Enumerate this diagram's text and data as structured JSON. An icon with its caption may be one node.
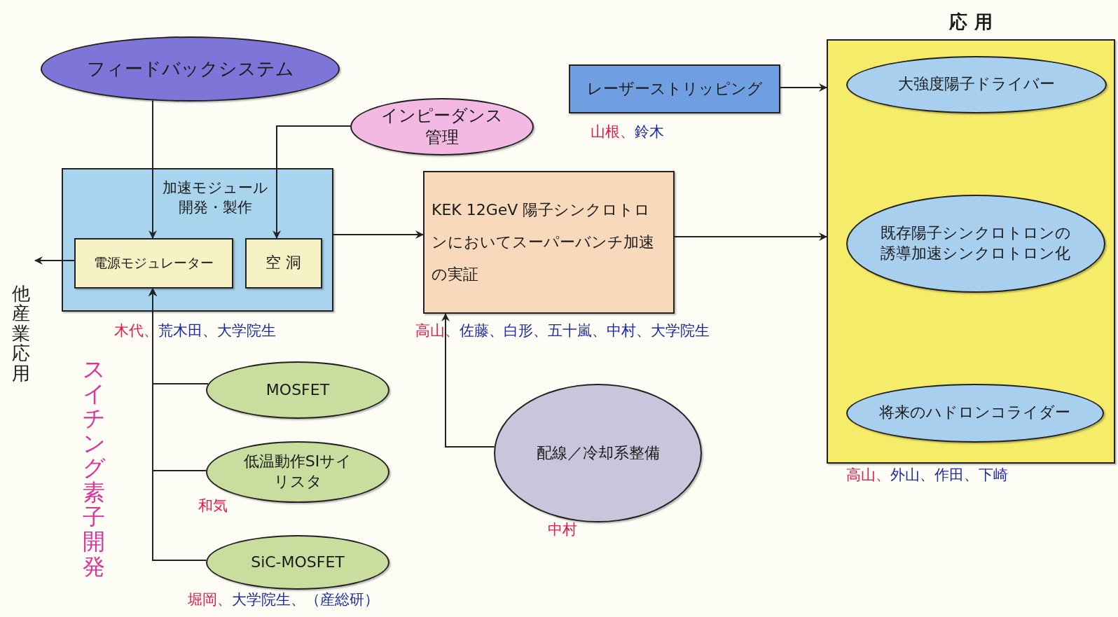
{
  "diagram": {
    "nodes": [
      {
        "text": [
          "フィードバックシステム"
        ]
      },
      {
        "text": [
          "インピーダンス管理"
        ]
      },
      {
        "text": [
          "加速モジュール開発・製作"
        ],
        "beside": [
          "木代、",
          "荒木田、大学院生"
        ]
      },
      {
        "text": [
          "電源モジュレーター"
        ],
        "in": 2
      },
      {
        "text": [
          "空 洞"
        ],
        "in": 2
      },
      {
        "text": [
          "レーザーストリッピング"
        ],
        "beside": [
          "山根、",
          "鈴木"
        ]
      },
      {
        "text": [
          "KEK 12GeV 陽子シンクロトロンにおいてスーパーバンチ加速の実証"
        ],
        "beside": [
          "高山、",
          "佐藤、白形、五十嵐、中村、大学院生"
        ]
      },
      {
        "text": [
          "応 用"
        ],
        "beside": [
          "高山、",
          "外山、作田、下崎"
        ]
      },
      {
        "text": [
          "大強度陽子ドライバー"
        ],
        "in": 7
      },
      {
        "text": [
          "既存陽子シンクロトロンの誘導加速シンクロトロン化"
        ],
        "in": 7
      },
      {
        "text": [
          "将来のハドロンコライダー"
        ],
        "in": 7
      },
      {
        "text": [
          "MOSFET"
        ]
      },
      {
        "text": [
          "低温動作SIサイリスタ"
        ],
        "beside": [
          "和気"
        ]
      },
      {
        "text": [
          "SiC-MOSFET"
        ],
        "beside": [
          "堀岡、",
          "大学院生、（産総研）"
        ]
      },
      {
        "text": [
          "配線／冷却系整備"
        ],
        "beside": [
          "中村"
        ]
      },
      {
        "text": [
          "他産業応用"
        ]
      }
    ],
    "edges": [
      {
        "from": 0,
        "to": 3,
        "arrow": "to"
      },
      {
        "from": 1,
        "to": 4,
        "arrow": "to"
      },
      {
        "from": 2,
        "to": 6,
        "arrow": "to"
      },
      {
        "from": 5,
        "to": 7,
        "arrow": "to"
      },
      {
        "from": 6,
        "to": 7,
        "arrow": "to"
      },
      {
        "from": 3,
        "to": 15,
        "arrow": "to"
      },
      {
        "from": 11,
        "to": 3,
        "arrow": "to"
      },
      {
        "from": 12,
        "to": 3,
        "arrow": "to"
      },
      {
        "from": 13,
        "to": 3,
        "arrow": "to"
      },
      {
        "from": 14,
        "to": 6,
        "arrow": "to"
      }
    ],
    "labels": [
      "スイチング素子開発"
    ]
  }
}
